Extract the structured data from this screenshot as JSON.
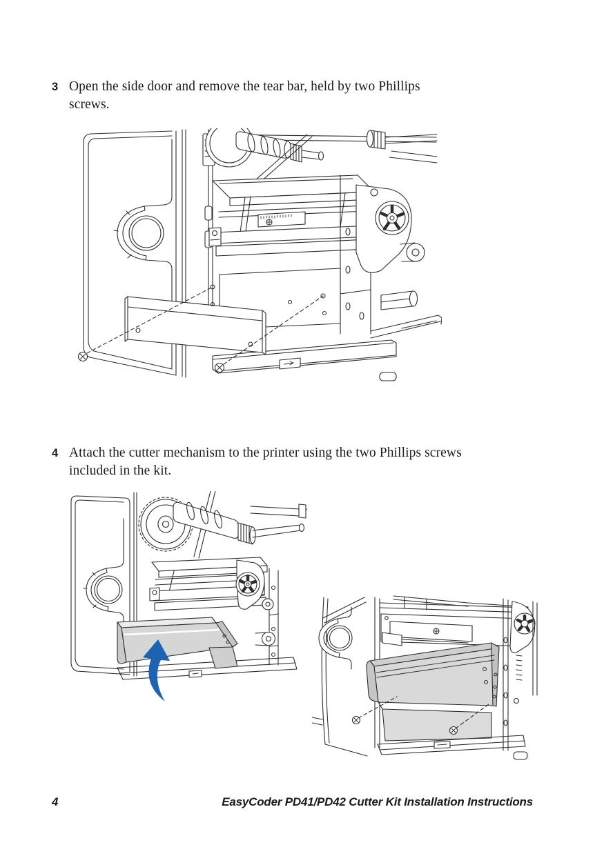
{
  "steps": [
    {
      "number": "3",
      "lines": [
        "Open the side door and remove the tear bar, held by two Phillips",
        "screws."
      ]
    },
    {
      "number": "4",
      "lines": [
        "Attach the cutter mechanism to the printer using the two Phillips screws",
        "included in the kit."
      ]
    }
  ],
  "footer": {
    "page_number": "4",
    "doc_title": "EasyCoder PD41/PD42 Cutter Kit Installation Instructions"
  },
  "illustrations": [
    {
      "name": "remove-tear-bar"
    },
    {
      "name": "attach-cutter-mechanism"
    },
    {
      "name": "cutter-mechanism-screws"
    }
  ],
  "colors": {
    "arrow_blue": "#1d63b2",
    "line": "#2d2d2d",
    "cutter_gray": "#d6d6d6",
    "text": "#1b1b1b"
  }
}
